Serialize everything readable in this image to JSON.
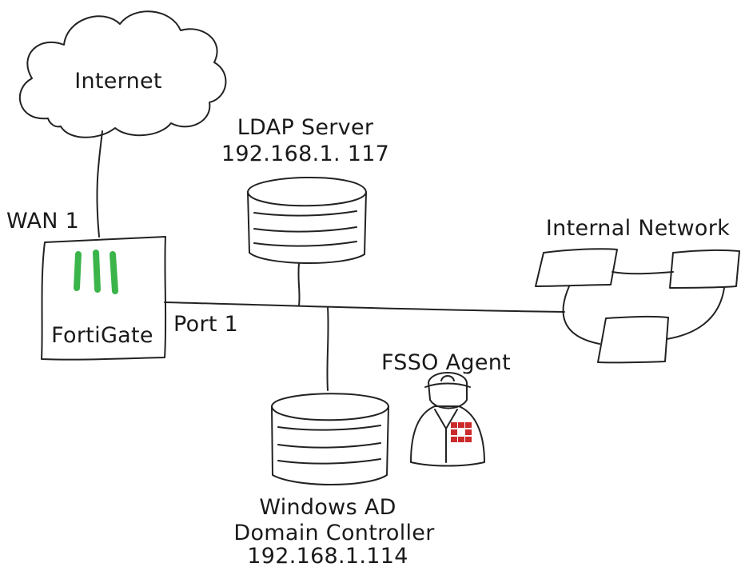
{
  "labels": {
    "internet": "Internet",
    "wan": "WAN 1",
    "fortigate": "FortiGate",
    "port": "Port 1",
    "ldap_name": "LDAP Server",
    "ldap_ip": "192.168.1. 117",
    "internal_network": "Internal Network",
    "fsso": "FSSO Agent",
    "ad_line1": "Windows AD",
    "ad_line2": "Domain Controller",
    "ad_ip": "192.168.1.114"
  },
  "colors": {
    "ink": "#222222",
    "fortigate_bars": "#3bb54a",
    "agent_logo": "#cc2a2a"
  },
  "icons": {
    "cloud": "cloud-icon",
    "firewall": "firewall-icon",
    "database": "database-icon",
    "agent": "agent-person-icon"
  }
}
